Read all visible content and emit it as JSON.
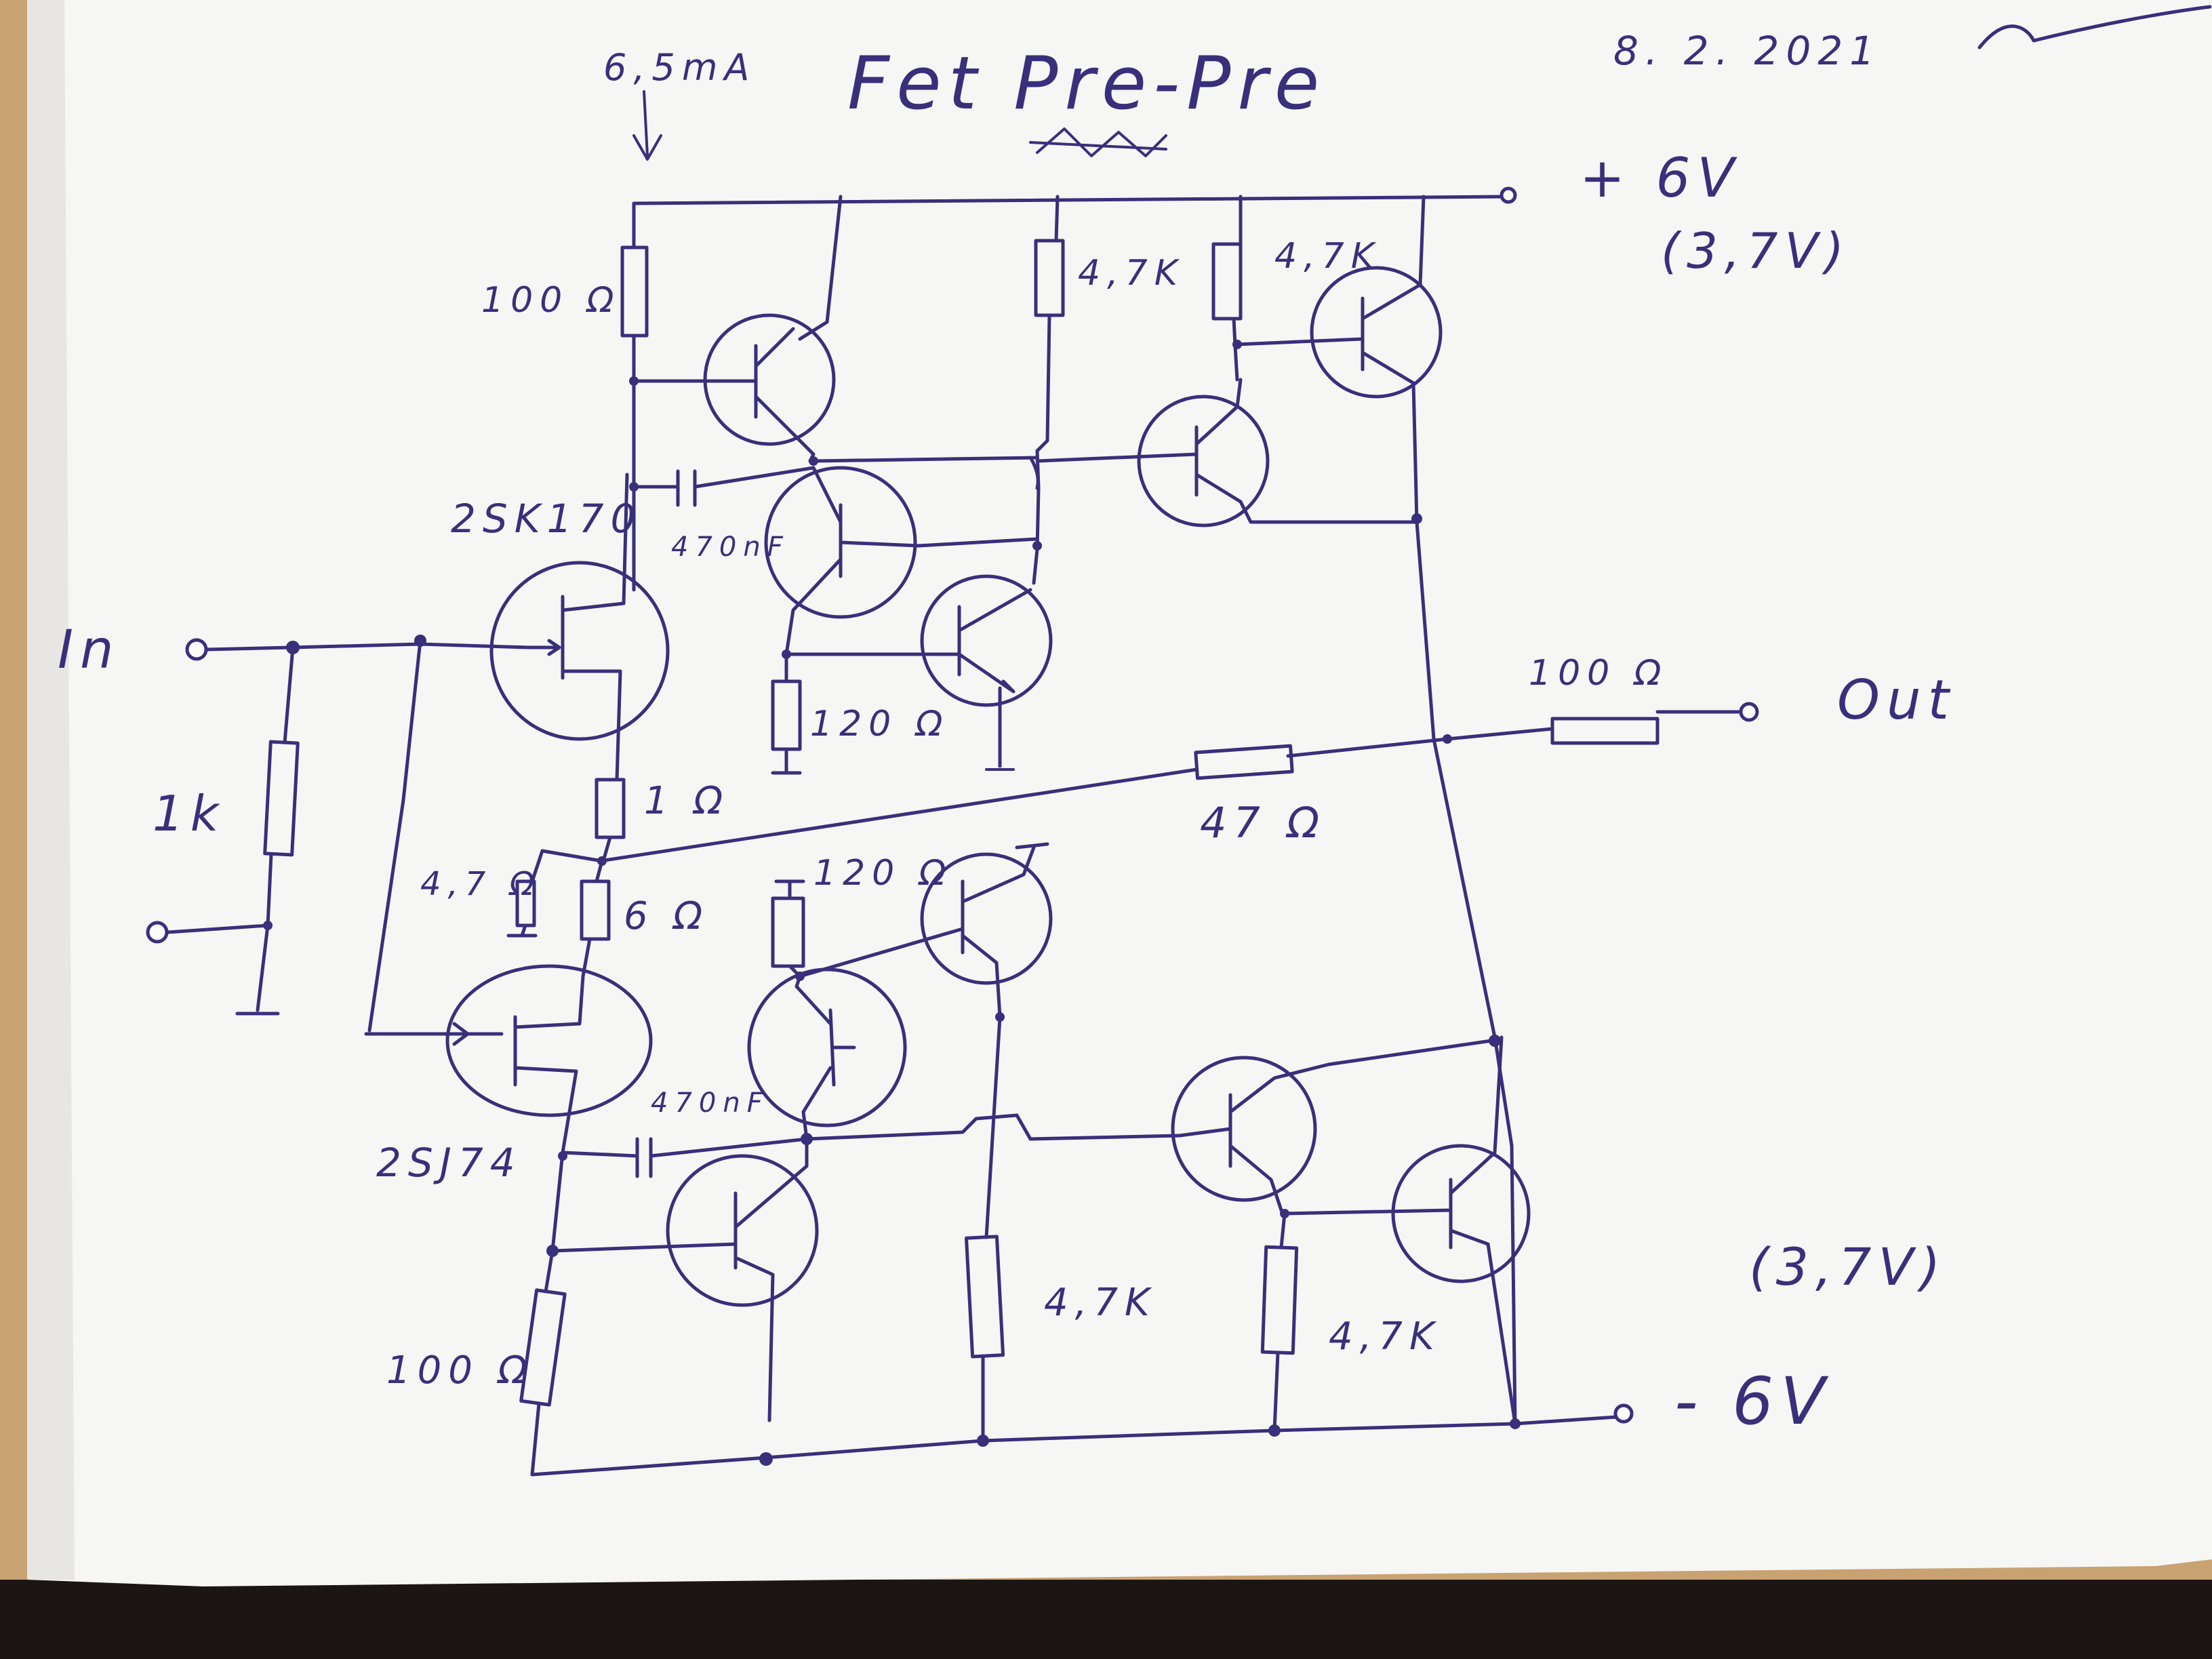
{
  "title": "Fet Pre-Pre",
  "date": "8. 2. 2021",
  "supply": {
    "current": "6,5mA",
    "positive": "+ 6V",
    "positive_alt": "(3,7V)",
    "negative": "- 6V",
    "negative_alt": "(3,7V)"
  },
  "ports": {
    "input": "In",
    "output": "Out"
  },
  "fets": {
    "n_channel": "2SK170",
    "p_channel": "2SJ74"
  },
  "resistors": {
    "r_top": "100 Ω",
    "r_top_base": "4,7K",
    "r_top_out": "4,7K",
    "r_input": "1k",
    "r_source_n": "1 Ω",
    "r_source_p": "6 Ω",
    "r_trim": "4,7 Ω",
    "r_emitter_top": "120 Ω",
    "r_emitter_bottom": "120 Ω",
    "r_feedback": "47 Ω",
    "r_out": "100 Ω",
    "r_bottom": "100 Ω",
    "r_bottom_base": "4,7K",
    "r_bottom_out": "4,7K"
  },
  "capacitors": {
    "c_top": "470nF",
    "c_bottom": "470nF"
  }
}
